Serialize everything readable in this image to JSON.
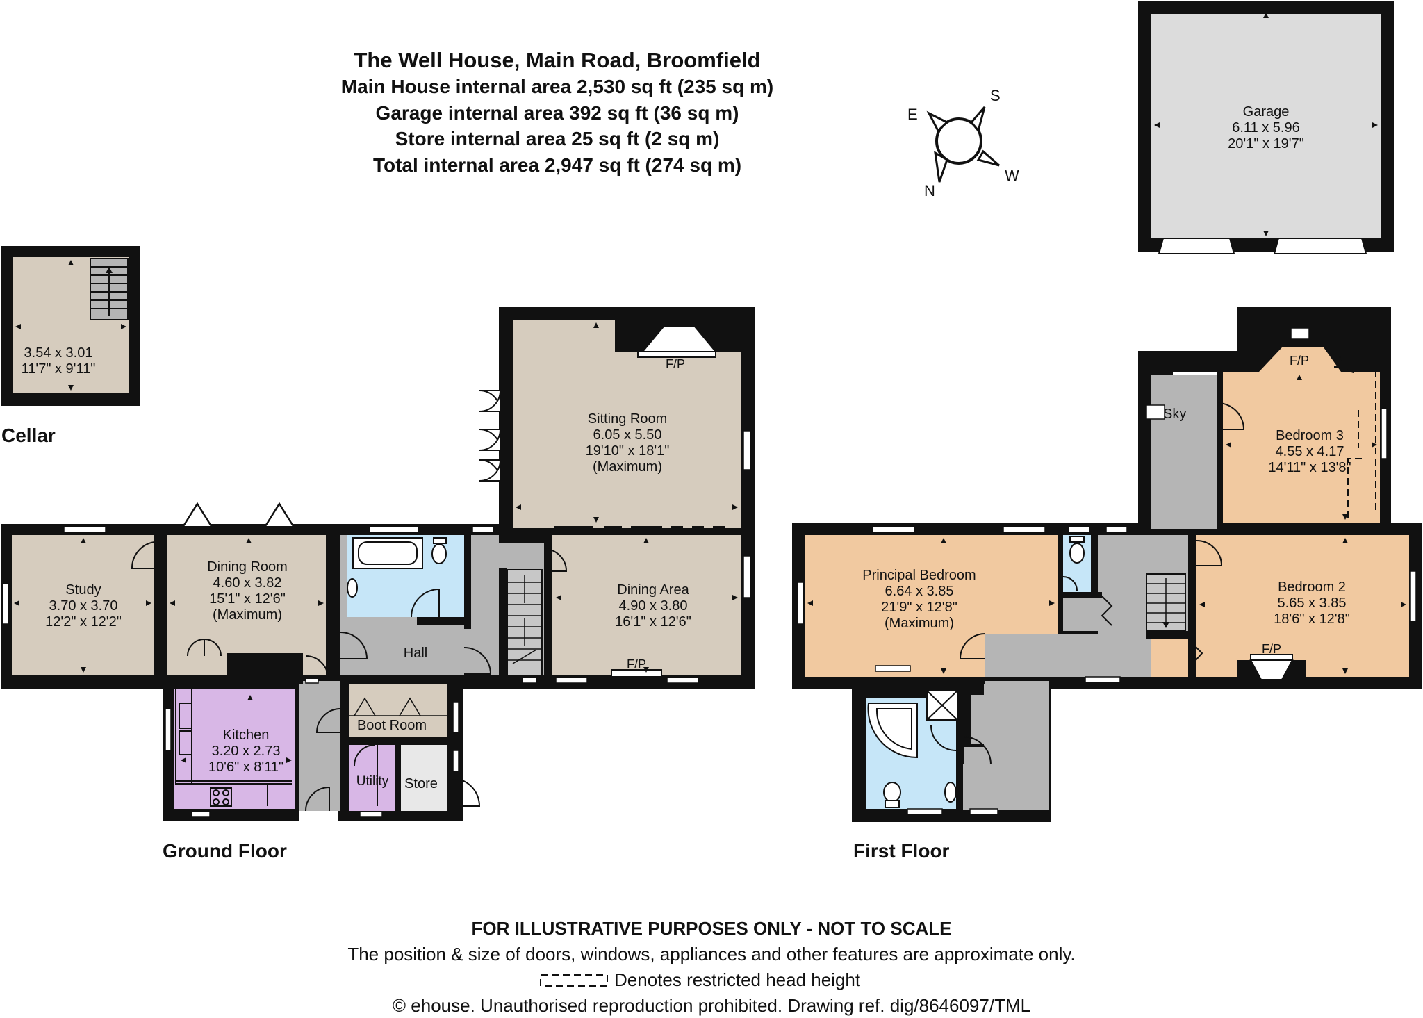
{
  "header": {
    "line1": "The Well House, Main Road, Broomfield",
    "line2": "Main House internal area 2,530 sq ft (235 sq m)",
    "line3": "Garage internal area 392 sq ft (36 sq m)",
    "line4": "Store internal area 25 sq ft (2 sq m)",
    "line5": "Total internal area 2,947 sq ft (274 sq m)"
  },
  "compass": {
    "n": "N",
    "s": "S",
    "e": "E",
    "w": "W"
  },
  "floors": {
    "cellar": "Cellar",
    "ground": "Ground Floor",
    "first": "First Floor"
  },
  "rooms": {
    "cellar": {
      "m": "3.54 x 3.01",
      "i": "11'7\" x 9'11\""
    },
    "garage": {
      "name": "Garage",
      "m": "6.11 x 5.96",
      "i": "20'1\" x 19'7\""
    },
    "sitting": {
      "name": "Sitting Room",
      "m": "6.05 x 5.50",
      "i": "19'10\" x 18'1\"",
      "x": "(Maximum)"
    },
    "dining_area": {
      "name": "Dining Area",
      "m": "4.90 x 3.80",
      "i": "16'1\" x 12'6\""
    },
    "study": {
      "name": "Study",
      "m": "3.70 x 3.70",
      "i": "12'2\" x 12'2\""
    },
    "dining_room": {
      "name": "Dining Room",
      "m": "4.60 x 3.82",
      "i": "15'1\" x 12'6\"",
      "x": "(Maximum)"
    },
    "hall": {
      "name": "Hall"
    },
    "kitchen": {
      "name": "Kitchen",
      "m": "3.20 x 2.73",
      "i": "10'6\" x 8'11\""
    },
    "boot": {
      "name": "Boot Room"
    },
    "utility": {
      "name": "Utility"
    },
    "store": {
      "name": "Store"
    },
    "principal": {
      "name": "Principal Bedroom",
      "m": "6.64 x 3.85",
      "i": "21'9\" x 12'8\"",
      "x": "(Maximum)"
    },
    "bed3": {
      "name": "Bedroom 3",
      "m": "4.55 x 4.17",
      "i": "14'11\" x 13'8\""
    },
    "bed2": {
      "name": "Bedroom 2",
      "m": "5.65 x 3.85",
      "i": "18'6\" x 12'8\""
    }
  },
  "labels": {
    "fp": "F/P",
    "sky": "Sky"
  },
  "footer": {
    "line1": "FOR ILLUSTRATIVE PURPOSES ONLY - NOT TO SCALE",
    "line2": "The position & size of doors, windows, appliances and other features are approximate only.",
    "line3": "Denotes restricted head height",
    "line4": "© ehouse. Unauthorised reproduction prohibited. Drawing ref. dig/8646097/TML"
  },
  "colors": {
    "wall": "#111111",
    "stone": "#d6ccbe",
    "peach": "#f1c9a0",
    "lilac": "#d8b7e6",
    "bath": "#c6e6f8",
    "circulation": "#b5b5b5",
    "garage": "#dcdcdc",
    "store": "#e8e8e8"
  }
}
